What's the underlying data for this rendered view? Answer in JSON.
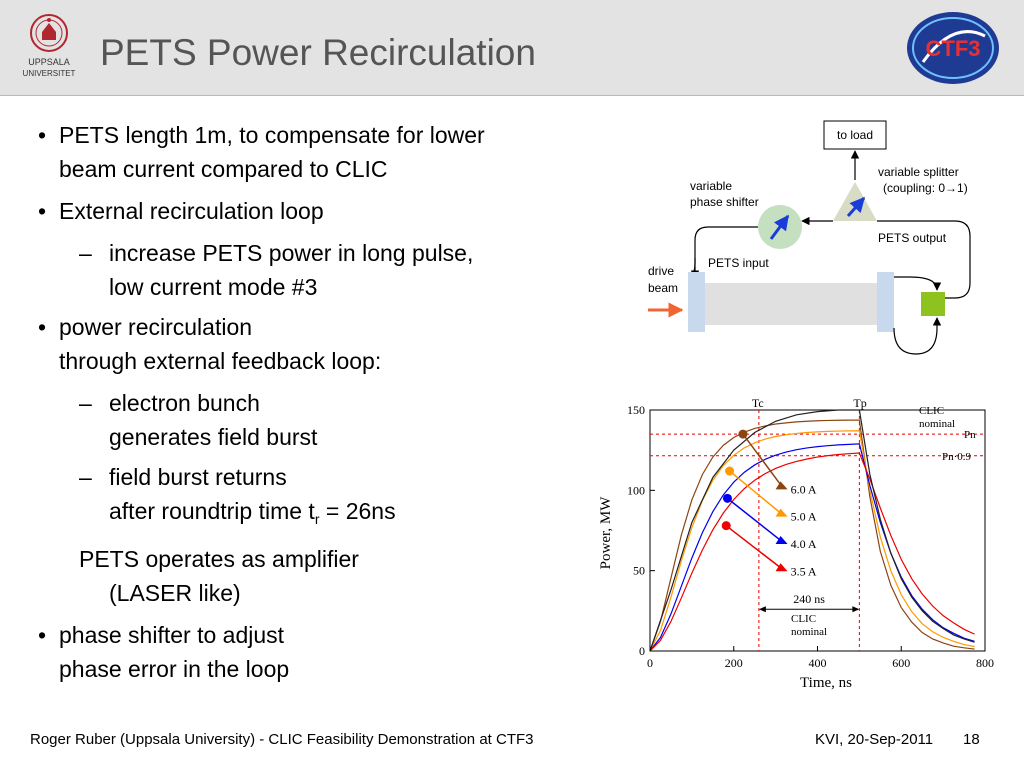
{
  "slide": {
    "title": "PETS Power Recirculation",
    "logo_left_text_1": "UPPSALA",
    "logo_left_text_2": "UNIVERSITET",
    "logo_right_text": "CTF3"
  },
  "bullets": {
    "b1_l1": "PETS length 1m, to compensate for lower",
    "b1_l2": "beam current compared to CLIC",
    "b2": "External recirculation loop",
    "b2_sub1_l1": "increase PETS power in long pulse,",
    "b2_sub1_l2": "low current mode #3",
    "b3_l1": "power recirculation",
    "b3_l2": "through external feedback loop:",
    "b3_sub1_l1": "electron bunch",
    "b3_sub1_l2": "generates field burst",
    "b3_sub2_l1": "field burst returns",
    "b3_sub2_l2_pre": "after roundtrip time t",
    "b3_sub2_l2_sub": "r",
    "b3_sub2_l2_post": " = 26ns",
    "plain_l1": "PETS operates as amplifier",
    "plain_l2": "(LASER like)",
    "b4_l1": "phase shifter to adjust",
    "b4_l2": "phase error in the loop"
  },
  "diagram": {
    "to_load": "to load",
    "variable_splitter": "variable splitter",
    "coupling_pre": "(coupling: 0",
    "coupling_arrow": "→",
    "coupling_post": "1)",
    "variable": "variable",
    "phase_shifter": "phase shifter",
    "pets_output": "PETS output",
    "pets_input": "PETS input",
    "drive": "drive",
    "beam": "beam",
    "colors": {
      "shifter": "#c5dfc1",
      "splitter": "#d8dcc5",
      "output_box": "#8dc21f",
      "flange": "#c8d9ee",
      "pipe": "#e0e0e0",
      "arrow_beam": "#ef6633",
      "arrow_blue": "#1a3cd8"
    }
  },
  "chart_data": {
    "type": "line",
    "xlabel": "Time, ns",
    "ylabel": "Power, MW",
    "xlim": [
      0,
      800
    ],
    "ylim": [
      0,
      150
    ],
    "xticks": [
      "0",
      "200",
      "400",
      "600",
      "800"
    ],
    "yticks": [
      "0",
      "50",
      "100",
      "150"
    ],
    "series": [
      {
        "name": "6.0 A",
        "color": "#8b4513",
        "x": [
          0,
          25,
          50,
          75,
          100,
          125,
          150,
          175,
          200,
          225,
          250,
          275,
          300,
          325,
          350,
          375,
          400,
          425,
          450,
          475,
          500,
          525,
          550,
          575,
          600,
          625,
          650,
          675,
          700,
          725,
          750,
          775
        ],
        "y": [
          0,
          18.3,
          45.4,
          72.3,
          94.1,
          109.8,
          120.7,
          128.0,
          132.9,
          136.2,
          138.5,
          140.1,
          141.3,
          142.0,
          142.6,
          143.0,
          143.3,
          143.5,
          143.6,
          143.7,
          143.7,
          96,
          62,
          41,
          27,
          18,
          11.5,
          7.5,
          5,
          3,
          2,
          1.2
        ]
      },
      {
        "name": "5.0 A",
        "color": "#ff9900",
        "x": [
          0,
          25,
          50,
          75,
          100,
          125,
          150,
          175,
          200,
          225,
          250,
          275,
          300,
          325,
          350,
          375,
          400,
          425,
          450,
          475,
          500,
          525,
          550,
          575,
          600,
          625,
          650,
          675,
          700,
          725,
          750,
          775
        ],
        "y": [
          0,
          12.8,
          33.4,
          56.2,
          76.8,
          93.6,
          106.2,
          115.4,
          121.8,
          126.4,
          129.6,
          131.9,
          133.5,
          134.6,
          135.4,
          136.0,
          136.4,
          136.7,
          136.9,
          137.0,
          137.1,
          100,
          71,
          50,
          35,
          24.5,
          17,
          12,
          8.5,
          6,
          4,
          2.8
        ]
      },
      {
        "name": "4.0 A",
        "color": "#0000ee",
        "x": [
          0,
          25,
          50,
          75,
          100,
          125,
          150,
          175,
          200,
          225,
          250,
          275,
          300,
          325,
          350,
          375,
          400,
          425,
          450,
          475,
          500,
          525,
          550,
          575,
          600,
          625,
          650,
          675,
          700,
          725,
          750,
          775
        ],
        "y": [
          0,
          8.4,
          23.0,
          40.4,
          57.9,
          73.6,
          86.7,
          97.1,
          105.1,
          111.2,
          115.8,
          119.3,
          121.9,
          123.8,
          125.3,
          126.4,
          127.2,
          127.8,
          128.3,
          128.6,
          128.9,
          103,
          80,
          61,
          46,
          34.5,
          26,
          19.5,
          14.5,
          11,
          8,
          6
        ]
      },
      {
        "name": "3.5 A",
        "color": "#ee0000",
        "x": [
          0,
          25,
          50,
          75,
          100,
          125,
          150,
          175,
          200,
          225,
          250,
          275,
          300,
          325,
          350,
          375,
          400,
          425,
          450,
          475,
          500,
          525,
          550,
          575,
          600,
          625,
          650,
          675,
          700,
          725,
          750,
          775
        ],
        "y": [
          0,
          6.6,
          18.4,
          33.1,
          48.5,
          62.8,
          75.4,
          85.8,
          94.3,
          101.0,
          106.3,
          110.4,
          113.6,
          116.1,
          118.0,
          119.5,
          120.7,
          121.6,
          122.3,
          122.8,
          123.2,
          107,
          89,
          72,
          57,
          45,
          35.5,
          28,
          22,
          17.5,
          13.5,
          10.5
        ]
      },
      {
        "name": "CLIC nominal",
        "color": "#222222",
        "x": [
          0,
          50,
          100,
          150,
          200,
          250,
          300,
          350,
          400,
          450,
          500,
          525,
          550,
          575,
          600,
          625,
          650,
          675,
          700,
          725,
          750,
          775
        ],
        "y": [
          0,
          38,
          80,
          108,
          125,
          136,
          143,
          147,
          149,
          150,
          150,
          110,
          82,
          61,
          45,
          33.5,
          25,
          18.5,
          14,
          10,
          7.5,
          5.5
        ]
      }
    ],
    "markers": [
      {
        "label": "6.0 A",
        "x": 222,
        "y": 135,
        "color": "#8b4513"
      },
      {
        "label": "5.0 A",
        "x": 190,
        "y": 112,
        "color": "#ff9900"
      },
      {
        "label": "4.0 A",
        "x": 185,
        "y": 95,
        "color": "#0000ee"
      },
      {
        "label": "3.5 A",
        "x": 182,
        "y": 78,
        "color": "#ee0000"
      }
    ],
    "annotations": {
      "tc": "Tc",
      "tp": "Tp",
      "clic_nominal_top_1": "CLIC",
      "clic_nominal_top_2": "nominal",
      "pn": "Pn",
      "pn09": "Pn·0.9",
      "duration": "240 ns",
      "clic_nominal_bottom_1": "CLIC",
      "clic_nominal_bottom_2": "nominal",
      "tc_x": 260,
      "tp_x": 500,
      "pn_y": 135,
      "pn09_y": 121.5
    }
  },
  "footer": {
    "left": "Roger Ruber (Uppsala University) - CLIC Feasibility Demonstration at CTF3",
    "right": "KVI, 20-Sep-2011",
    "page": "18"
  }
}
